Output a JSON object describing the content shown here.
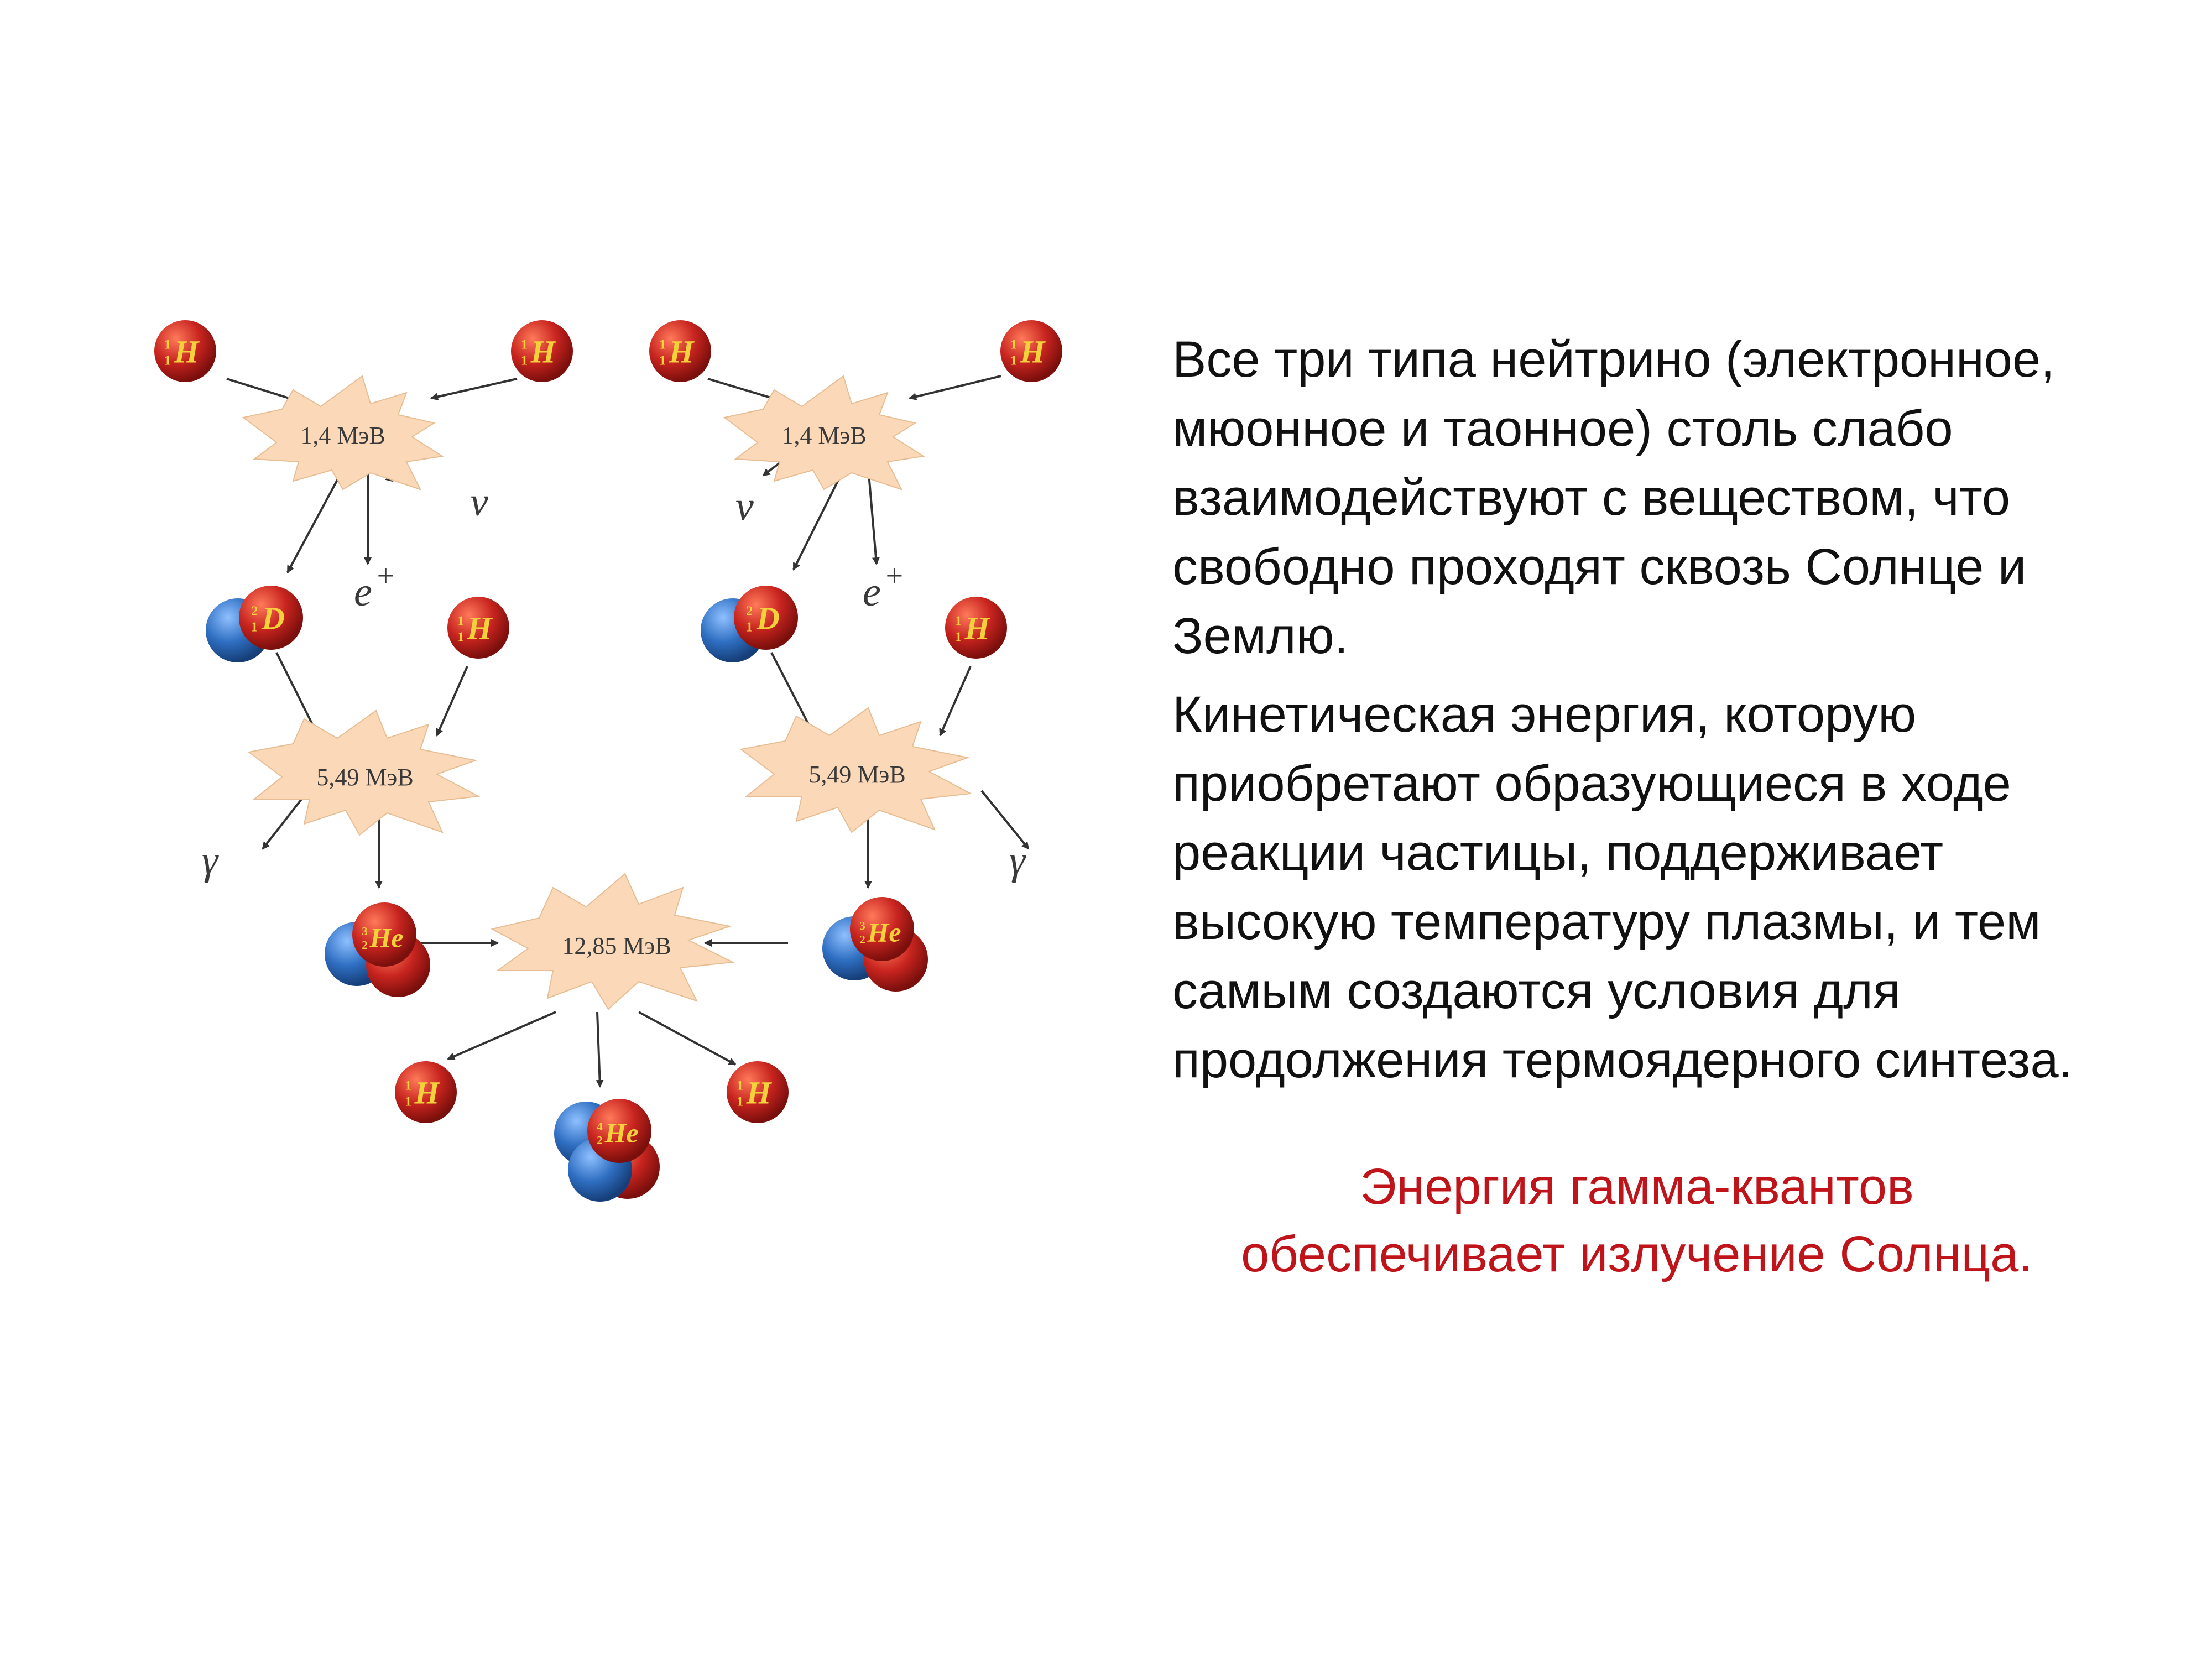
{
  "diagram": {
    "energies": {
      "step1_left": "1,4 МэВ",
      "step1_right": "1,4 МэВ",
      "step2_left": "5,49 МэВ",
      "step2_right": "5,49 МэВ",
      "step3": "12,85 МэВ"
    },
    "nuclei": {
      "hydrogen": {
        "symbol": "H",
        "mass": "1",
        "charge": "1"
      },
      "deuterium": {
        "symbol": "D",
        "mass": "2",
        "charge": "1"
      },
      "helium3": {
        "symbol": "He",
        "mass": "3",
        "charge": "2"
      },
      "helium4": {
        "symbol": "He",
        "mass": "4",
        "charge": "2"
      }
    },
    "particles": {
      "neutrino": "ν",
      "positron": "e",
      "positron_sup": "+",
      "gamma": "γ"
    },
    "colors": {
      "proton": "#c8241f",
      "neutron": "#2f6fc2",
      "flash": "#fbd9b8",
      "arrow": "#333333"
    },
    "icon_names": [
      "proton-icon",
      "neutron-icon",
      "energy-flash-icon",
      "arrow-icon"
    ]
  },
  "text": {
    "paragraph1": "Все три типа нейтрино (электронное,\nмюонное и таонное) столь слабо\nвзаимодействуют с веществом, что\nсвободно проходят сквозь Солнце и\nЗемлю.",
    "paragraph2": "Кинетическая энергия, которую\nприобретают образующиеся в ходе\nреакции частицы, поддерживает\nвысокую температуру плазмы, и тем\nсамым создаются условия для\nпродолжения термоядерного синтеза.",
    "note": "Энергия гамма-квантов\nобеспечивает излучение Солнца."
  },
  "style": {
    "note_color": "#c0141b",
    "text_color": "#111111"
  }
}
